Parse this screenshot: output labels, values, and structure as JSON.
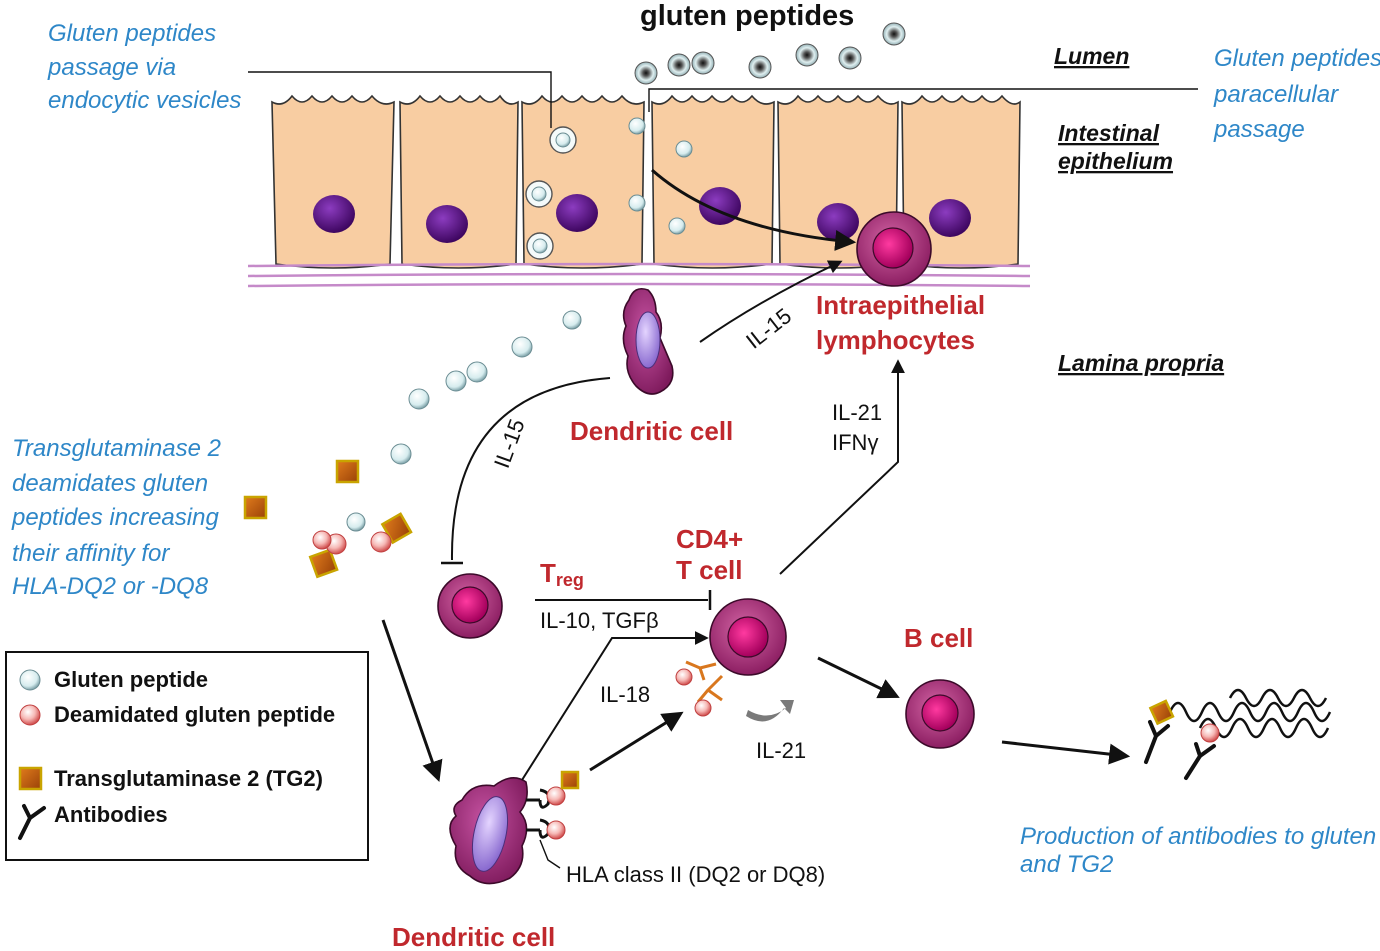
{
  "header": {
    "title": "gluten peptides"
  },
  "layers": {
    "lumen": "Lumen",
    "epithelium_line1": "Intestinal",
    "epithelium_line2": "epithelium",
    "lamina": "Lamina propria"
  },
  "notes": {
    "endocytic": [
      "Gluten peptides",
      "passage via",
      "endocytic vesicles"
    ],
    "paracellular": [
      "Gluten peptides",
      "paracellular",
      "passage"
    ],
    "tg2": [
      "Transglutaminase 2",
      "deamidates gluten",
      "peptides increasing",
      "their affinity for",
      "HLA-DQ2 or -DQ8"
    ],
    "production": [
      "Production of antibodies to gluten",
      "and TG2"
    ]
  },
  "cells": {
    "iel_line1": "Intraepithelial",
    "iel_line2": "lymphocytes",
    "dendritic_top": "Dendritic cell",
    "dendritic_bottom": "Dendritic cell",
    "treg_main": "T",
    "treg_sub": "reg",
    "cd4_line1": "CD4+",
    "cd4_line2": "T cell",
    "bcell": "B cell"
  },
  "cytokines": {
    "il15_top": "IL-15",
    "il15_curve": "IL-15",
    "il21_ifn_line1": "IL-21",
    "il21_ifn_line2": "IFNγ",
    "il10_tgf": "IL-10, TGFβ",
    "il18": "IL-18",
    "il21_loop": "IL-21"
  },
  "hla_label": "HLA class II  (DQ2 or DQ8)",
  "legend": {
    "items": [
      {
        "label": "Gluten peptide",
        "icon": "gluten-peptide-icon"
      },
      {
        "label": "Deamidated gluten peptide",
        "icon": "deamidated-peptide-icon"
      },
      {
        "label": "Transglutaminase 2 (TG2)",
        "icon": "tg2-icon"
      },
      {
        "label": "Antibodies",
        "icon": "antibody-icon"
      }
    ]
  },
  "colors": {
    "note_blue": "#2e87c8",
    "cell_label_red": "#c0282d",
    "epithelium_fill": "#f8cda2",
    "nucleus_purple": "#4b0a6b",
    "lymphocyte_magenta": "#b2307f",
    "tg2_orange": "#c8620c"
  }
}
